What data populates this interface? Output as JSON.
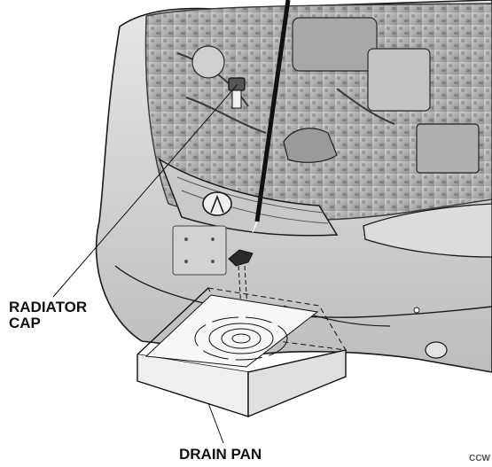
{
  "labels": {
    "radiator_cap": [
      "RADIATOR",
      "CAP"
    ],
    "drain_pan": "DRAIN PAN",
    "figure_code": "CCW"
  },
  "icons": [
    "radiator-cap-icon",
    "drain-plug-icon",
    "drain-pan-icon",
    "coolant-stream-icon"
  ],
  "colors": {
    "body": "#d9d9d9",
    "body_dark": "#8c8c8c",
    "engine": "#bdbdbd",
    "engine_dark": "#5c5c5c",
    "line": "#1a1a1a",
    "background": "#ffffff"
  }
}
